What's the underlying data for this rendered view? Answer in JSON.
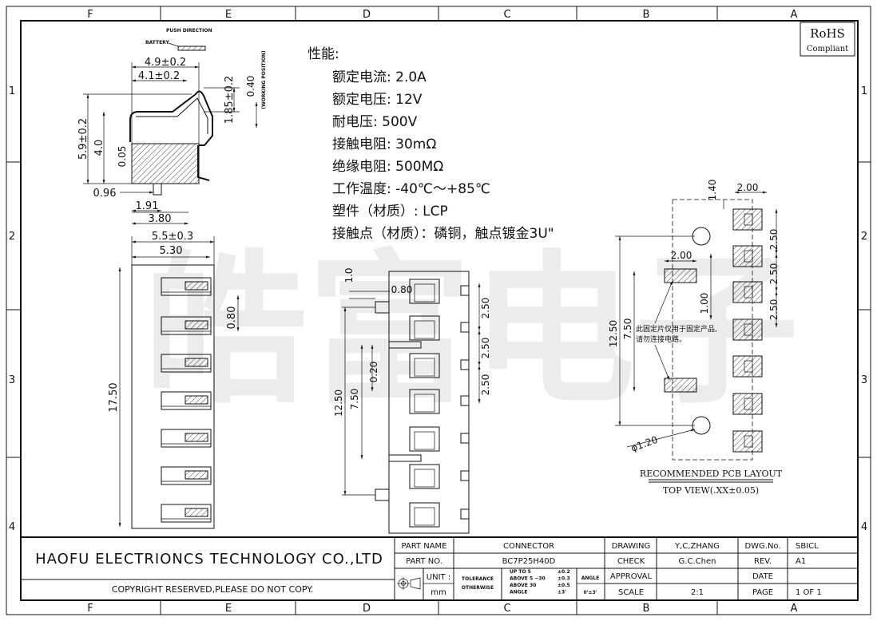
{
  "border": {
    "columns": [
      "F",
      "E",
      "D",
      "C",
      "B",
      "A"
    ],
    "rows": [
      "1",
      "2",
      "3",
      "4"
    ]
  },
  "rohs": {
    "title": "RoHS",
    "subtitle": "Compliant"
  },
  "watermark": "皓富电子",
  "specs": {
    "heading": "性能:",
    "items": [
      "额定电流: 2.0A",
      "额定电压: 12V",
      "耐电压: 500V",
      "接触电阻: 30mΩ",
      "绝缘电阻: 500MΩ",
      "工作温度: -40℃～+85℃",
      "塑件（材质）: LCP",
      "接触点（材质）：磷铜，触点镀金3U\""
    ]
  },
  "side_view": {
    "push_direction": "PUSH DIRECTION",
    "battery": "BATTERY",
    "working_position": "(WORKING POSITION)",
    "dims": {
      "w49": "4.9±0.2",
      "w41": "4.1±0.2",
      "h185": "1.85±0.2",
      "h040": "0.40",
      "h59": "5.9±0.2",
      "h40": "4.0",
      "h005": "0.05",
      "w096": "0.96",
      "w191": "1.91",
      "w380": "3.80"
    }
  },
  "left_view": {
    "dims": {
      "w55": "5.5±0.3",
      "w530": "5.30",
      "h080": "0.80",
      "h1750": "17.50"
    }
  },
  "front_view": {
    "dims": {
      "d10": "1.0",
      "d080": "0.80",
      "d250a": "2.50",
      "d250b": "2.50",
      "d250c": "2.50",
      "d020": "0.20",
      "d750": "7.50",
      "d1250": "12.50"
    }
  },
  "pcb": {
    "dims": {
      "d140": "1.40",
      "d200top": "2.00",
      "d250a": "2.50",
      "d250b": "2.50",
      "d250c": "2.50",
      "d200left": "2.00",
      "d100": "1.00",
      "d1250": "12.50",
      "d750": "7.50",
      "phi": "φ1.20"
    },
    "note_line1": "此固定片仅用于固定产品,",
    "note_line2": "请勿连接电路。",
    "title": "RECOMMENDED PCB LAYOUT",
    "subtitle": "TOP VIEW(.XX±0.05)"
  },
  "title_block": {
    "company": "HAOFU ELECTRIONCS TECHNOLOGY CO.,LTD",
    "copyright": "COPYRIGHT RESERVED,PLEASE DO NOT COPY.",
    "part_name_label": "PART NAME",
    "part_name": "CONNECTOR",
    "part_no_label": "PART NO.",
    "part_no": "BC7P25H40D",
    "unit_label": "UNIT :",
    "unit": "mm",
    "tolerance_label": "TOLERANCE",
    "otherwise_label": "OTHERWISE",
    "tol_rows": [
      {
        "range": "UP TO 5",
        "value": "±0.2"
      },
      {
        "range": "ABOVE 5 ~30",
        "value": "±0.3"
      },
      {
        "range": "ABOVE 30",
        "value": "±0.5"
      },
      {
        "range": "ANGLE",
        "value": "±3'"
      }
    ],
    "angle_label": "ANGLE",
    "angle_value": "0'±3'",
    "drawing_label": "DRAWING",
    "drawing": "Y,C,ZHANG",
    "check_label": "CHECK",
    "check": "G.C.Chen",
    "approval_label": "APPROVAL",
    "approval": "",
    "scale_label": "SCALE",
    "scale": "2:1",
    "dwg_label": "DWG.No.",
    "dwg": "SBICL",
    "rev_label": "REV.",
    "rev": "A1",
    "date_label": "DATE",
    "date": "",
    "page_label": "PAGE",
    "page": "1 OF 1"
  }
}
